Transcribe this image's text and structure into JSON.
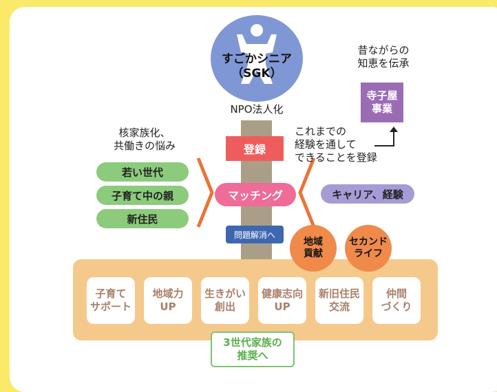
{
  "organization": {
    "name": "すごかシニア\n（SGK）",
    "status": "NPO法人化"
  },
  "steps": {
    "register": "登録",
    "matching": "マッチング",
    "solve": "問題解消へ"
  },
  "left_side": {
    "caption": "核家族化、\n共働きの悩み",
    "groups": [
      "若い世代",
      "子育て中の親",
      "新住民"
    ]
  },
  "right_side": {
    "caption": "これまでの\n経験を通して\nできることを登録",
    "career": "キャリア、経験",
    "tradition_caption": "昔ながらの\n知恵を伝承",
    "terakoya": "寺子屋\n事業"
  },
  "badges": [
    "地域\n貢献",
    "セカンド\nライフ"
  ],
  "outcomes": [
    "子育て\nサポート",
    "地域力\nUP",
    "生きがい\n創出",
    "健康志向\nUP",
    "新旧住民\n交流",
    "仲間\nづくり"
  ],
  "bottom_label": "3世代家族の\n推奨へ",
  "colors": {
    "background": "#fbe96a",
    "figure": "#7f97d4",
    "register": "#ee5d5d",
    "matching": "#ef6b98",
    "bracket": "#e9743a",
    "solve": "#3f67b1",
    "green": "#8ccb7c",
    "career": "#a79bd6",
    "terakoya": "#9a6cb4",
    "orange": "#ef8a4a",
    "base": "#f5c98c",
    "tile_text": "#a9806a"
  }
}
